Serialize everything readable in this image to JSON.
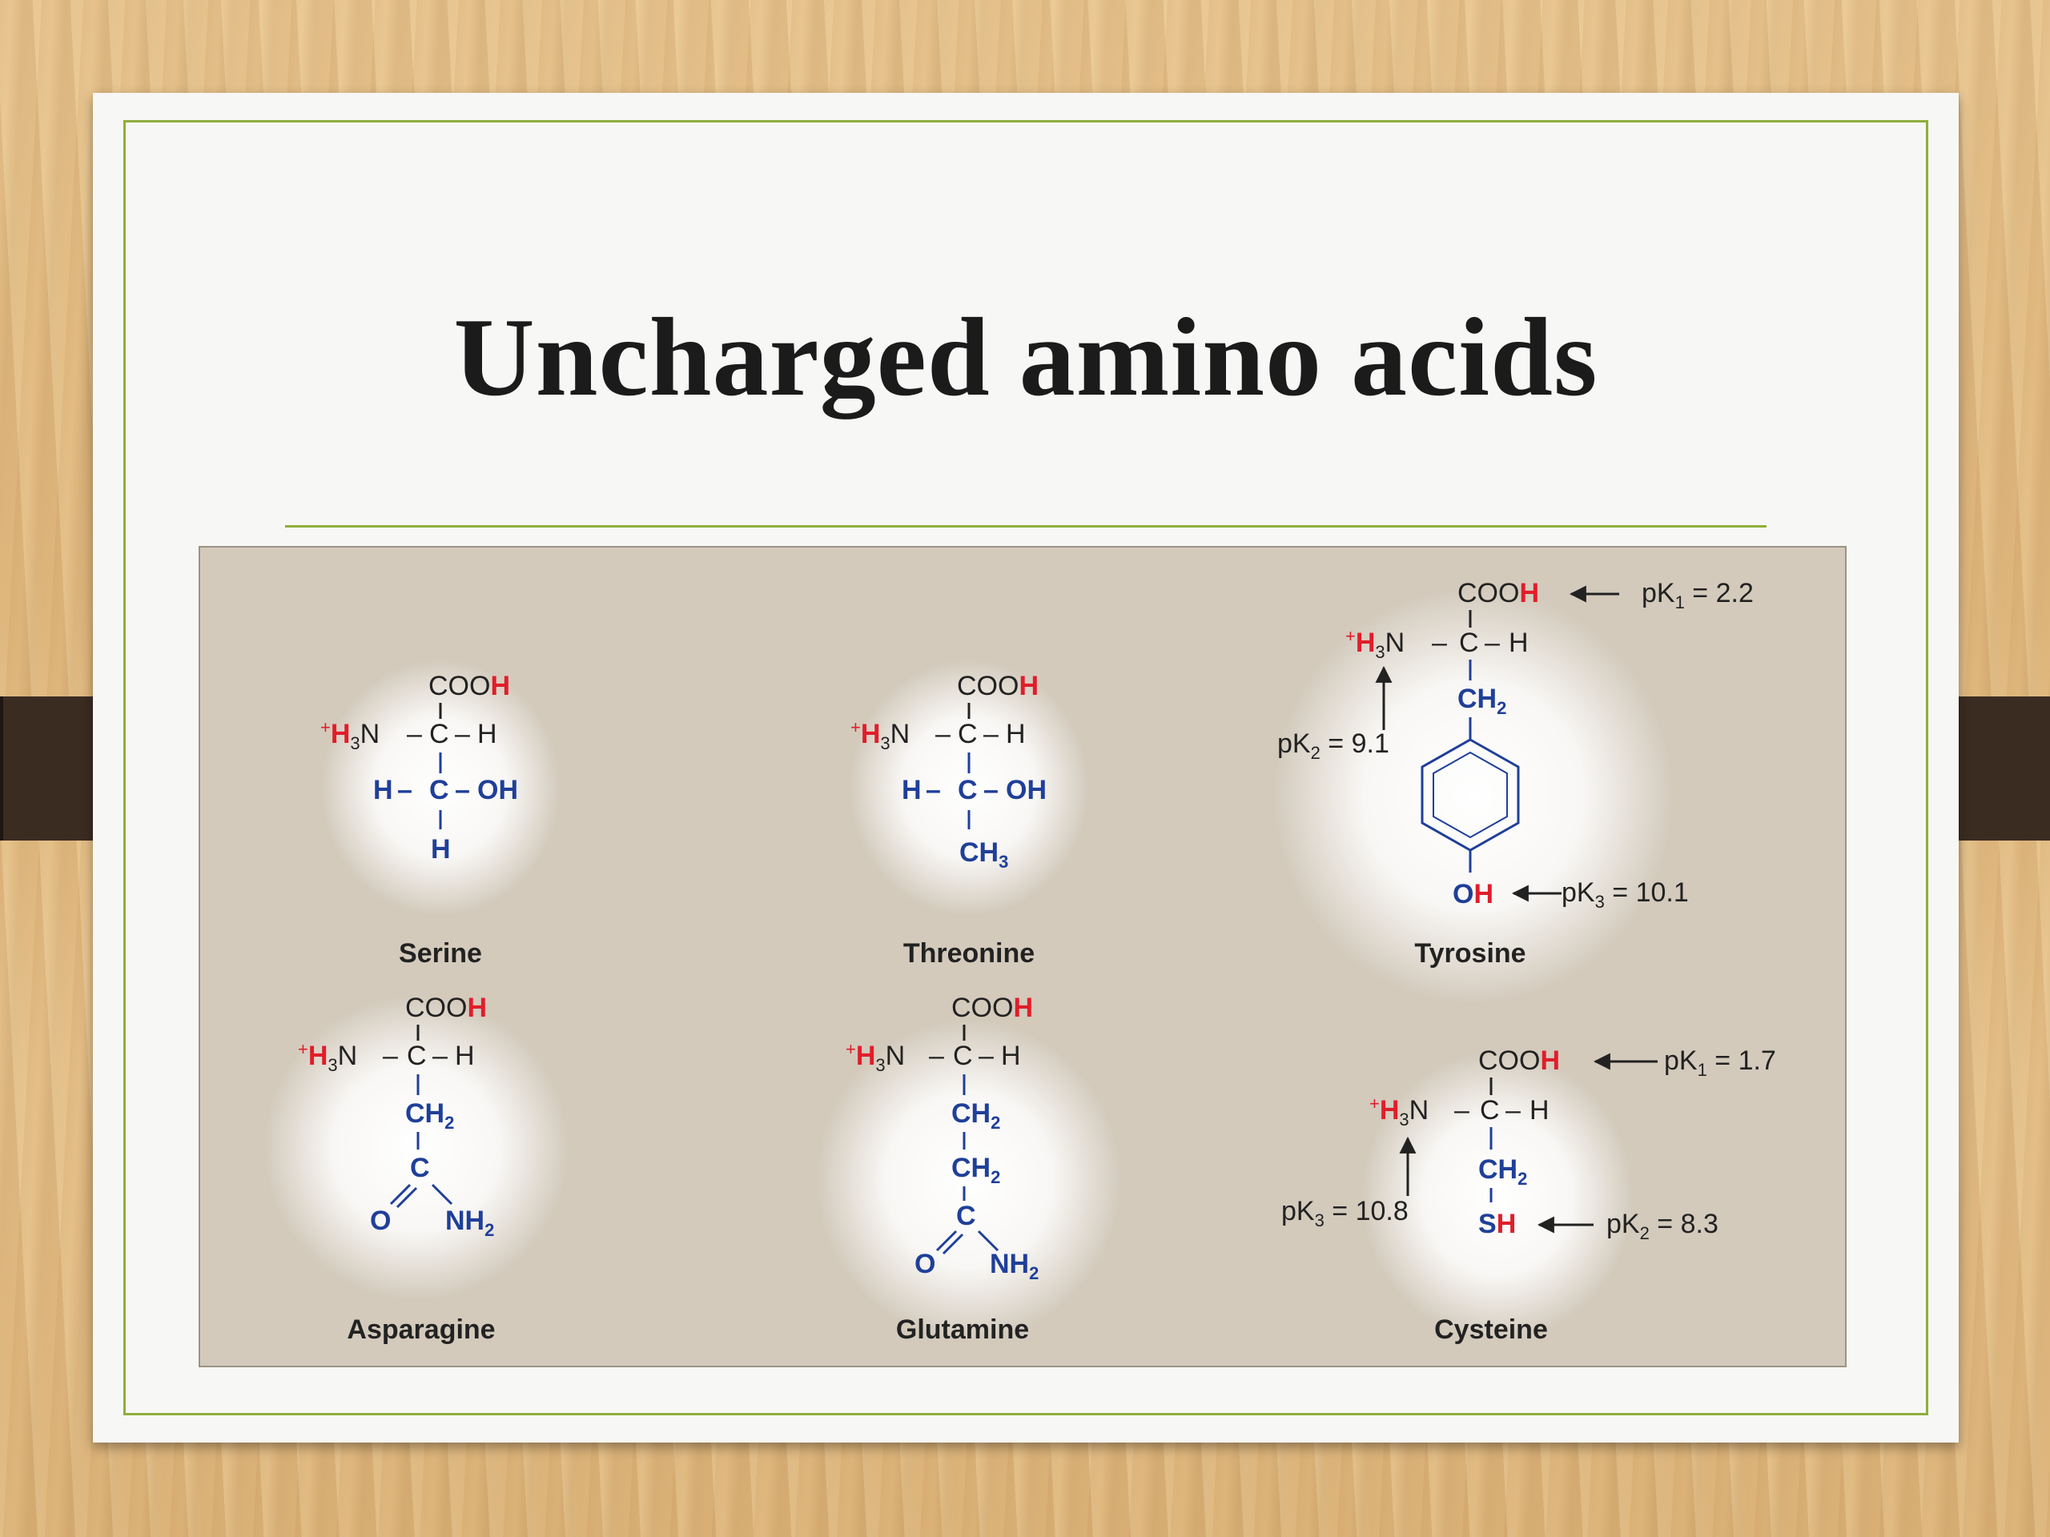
{
  "slide": {
    "title": "Uncharged amino acids"
  },
  "colors": {
    "title": "#1b1b1b",
    "frame": "#8fae3c",
    "figure_bg": "#d3cabc",
    "blue": "#1f3f99",
    "red": "#e11d2a",
    "black": "#222222",
    "clip": "#3b2c22"
  },
  "labels": {
    "cooh": "COO",
    "h": "H",
    "h3": "H",
    "sub3": "3",
    "n": "N",
    "c": "C",
    "oh": "OH",
    "o": "O",
    "ch2": "CH",
    "ch3": "CH",
    "sub2": "2",
    "nh": "NH",
    "s": "S",
    "plus": "+",
    "dash": "–",
    "pk": "pK",
    "sub1": "1",
    "eq": " = "
  },
  "amino_acids": {
    "serine": "Serine",
    "threonine": "Threonine",
    "tyrosine": "Tyrosine",
    "asparagine": "Asparagine",
    "glutamine": "Glutamine",
    "cysteine": "Cysteine"
  },
  "pk_values": {
    "tyrosine_pk1": "2.2",
    "tyrosine_pk2": "9.1",
    "tyrosine_pk3": "10.1",
    "cysteine_pk1": "1.7",
    "cysteine_pk2": "8.3",
    "cysteine_pk3": "10.8"
  }
}
